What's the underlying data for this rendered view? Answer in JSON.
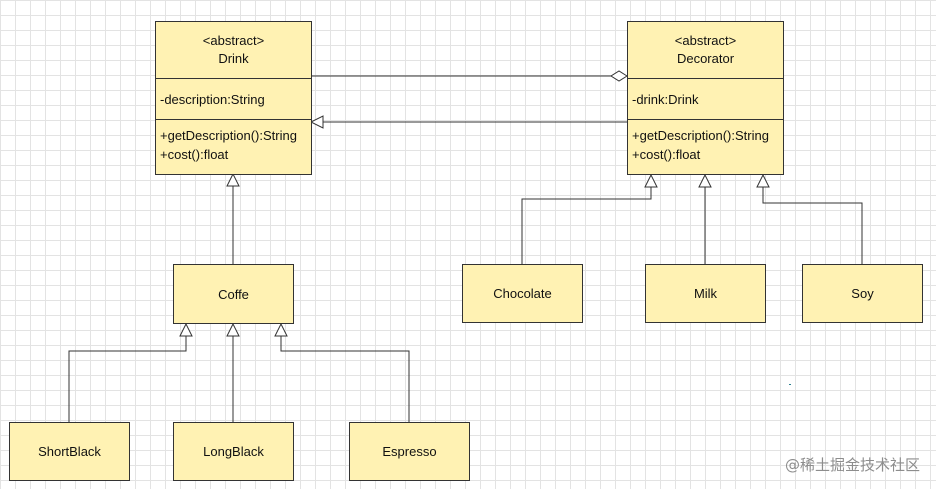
{
  "diagram": {
    "drink": {
      "stereotype": "<abstract>",
      "name": "Drink",
      "attributes": [
        "-description:String"
      ],
      "operations": [
        "+getDescription():String",
        "+cost():float"
      ]
    },
    "decorator": {
      "stereotype": "<abstract>",
      "name": "Decorator",
      "attributes": [
        "-drink:Drink"
      ],
      "operations": [
        "+getDescription():String",
        "+cost():float"
      ]
    },
    "coffe": {
      "name": "Coffe"
    },
    "coffee_types": [
      "ShortBlack",
      "LongBlack",
      "Espresso"
    ],
    "condiments": [
      "Chocolate",
      "Milk",
      "Soy"
    ]
  },
  "watermark": "@稀土掘金技术社区",
  "colors": {
    "box_fill": "#fff2b3",
    "stroke": "#333333",
    "grid": "#e3e3e3"
  }
}
